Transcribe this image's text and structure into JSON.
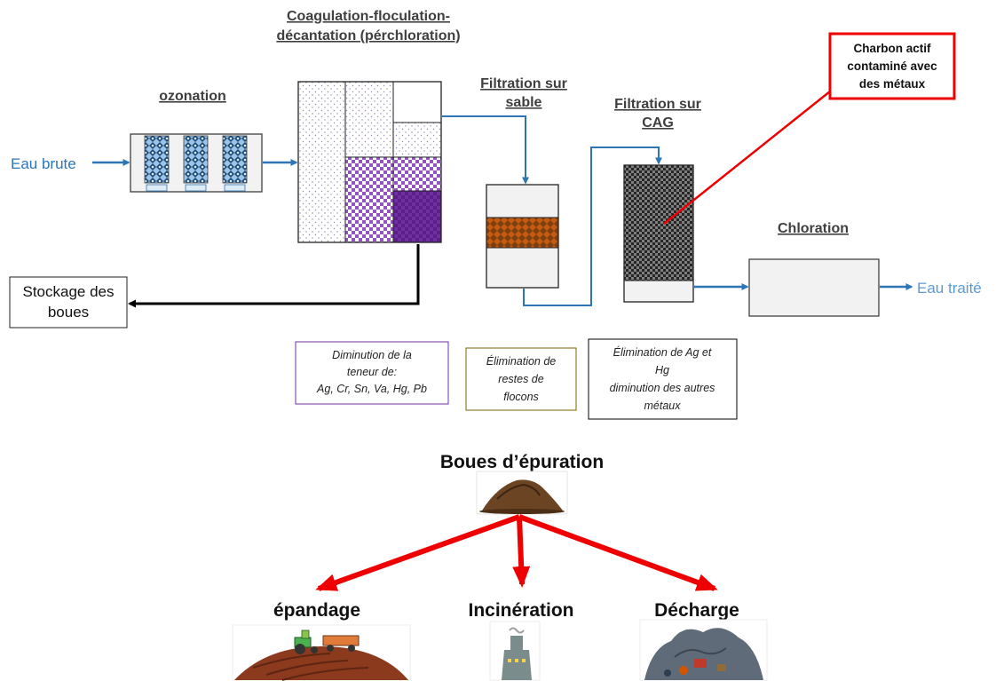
{
  "stages": {
    "ozonation": "ozonation",
    "coag_line1": "Coagulation-floculation-",
    "coag_line2": "décantation (pérchloration)",
    "sable_line1": "Filtration sur",
    "sable_line2": "sable",
    "cag_line1": "Filtration sur",
    "cag_line2": "CAG",
    "chloration": "Chloration"
  },
  "flows": {
    "eau_brute": "Eau brute",
    "eau_traite": "Eau traité"
  },
  "storage": {
    "line1": "Stockage des",
    "line2": "boues"
  },
  "callout": {
    "line1": "Charbon actif",
    "line2": "contaminé avec",
    "line3": "des métaux"
  },
  "notes": {
    "coag": [
      "Diminution de la",
      "teneur de:",
      "Ag, Cr, Sn, Va, Hg, Pb"
    ],
    "sable": [
      "Élimination de",
      "restes de",
      "flocons"
    ],
    "cag": [
      "Élimination de Ag et",
      "Hg",
      "diminution des autres",
      "métaux"
    ]
  },
  "sludge": {
    "title": "Boues d’épuration",
    "destinations": [
      "épandage",
      "Incinération",
      "Décharge"
    ]
  },
  "icons": {
    "sludge_pile": "sludge-pile-icon",
    "tractor": "tractor-field-icon",
    "incinerator": "incinerator-icon",
    "landfill": "landfill-icon"
  },
  "colors": {
    "water_flow": "#2e75b6",
    "sludge_flow": "#000000",
    "callout_border": "#ee0000",
    "destination_arrows": "#ee0000",
    "coag_note_border": "#7030a0",
    "sable_note_border": "#7f6000",
    "cag_note_border": "#000000"
  }
}
